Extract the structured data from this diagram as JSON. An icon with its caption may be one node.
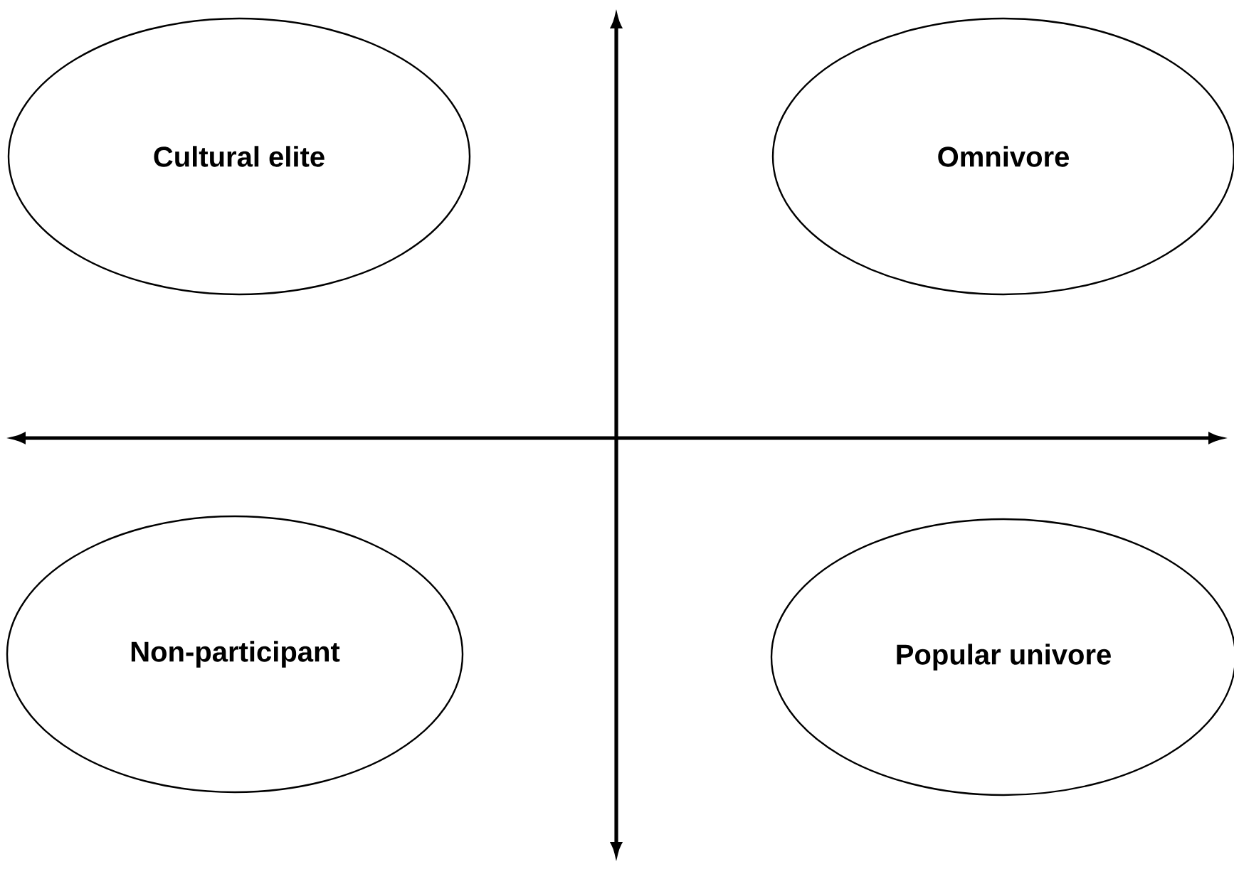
{
  "diagram": {
    "nodes": [
      {
        "text": [
          "Cultural elite"
        ]
      },
      {
        "text": [
          "Omnivore"
        ]
      },
      {
        "text": [
          "Non-participant"
        ]
      },
      {
        "text": [
          "Popular univore"
        ]
      }
    ]
  }
}
